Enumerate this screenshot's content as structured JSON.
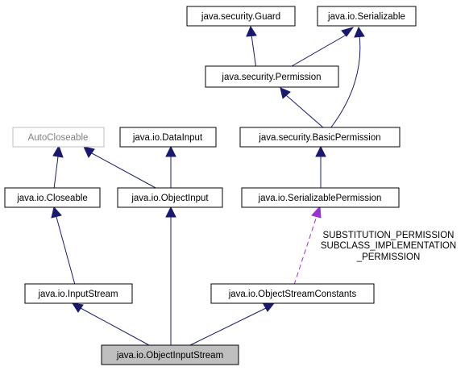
{
  "colors": {
    "inherit_edge": "#191970",
    "use_edge": "#9a32cd",
    "ghost_border": "#bfbfbf",
    "focus_fill": "#bfbfbf"
  },
  "nodes": {
    "guard": "java.security.Guard",
    "serializable": "java.io.Serializable",
    "permission": "java.security.Permission",
    "auto_closeable": "AutoCloseable",
    "data_input": "java.io.DataInput",
    "basic_permission": "java.security.BasicPermission",
    "closeable": "java.io.Closeable",
    "object_input": "java.io.ObjectInput",
    "serializable_permission": "java.io.SerializablePermission",
    "input_stream": "java.io.InputStream",
    "object_stream_constants": "java.io.ObjectStreamConstants",
    "object_input_stream": "java.io.ObjectInputStream"
  },
  "edge_label": {
    "line1": "SUBSTITUTION_PERMISSION",
    "line2": "SUBCLASS_IMPLEMENTATION",
    "line3": "_PERMISSION"
  }
}
